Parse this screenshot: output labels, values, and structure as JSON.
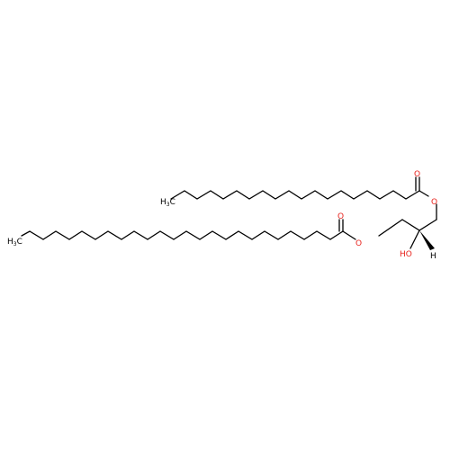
{
  "molecule": {
    "atoms": {
      "ch3_top": {
        "main": "H",
        "sub": "3",
        "tail": "C"
      },
      "ch3_bottom": {
        "main": "H",
        "sub": "3",
        "tail": "C"
      },
      "carbonyl_o_top": "O",
      "ester_o_top": "O",
      "carbonyl_o_bottom": "O",
      "ester_o_bottom": "O",
      "hydroxyl": "HO",
      "stereo_h": "H"
    },
    "colors": {
      "bond": "#000000",
      "oxygen": "#e8231d",
      "carbon_label": "#000000",
      "background": "#ffffff"
    }
  }
}
